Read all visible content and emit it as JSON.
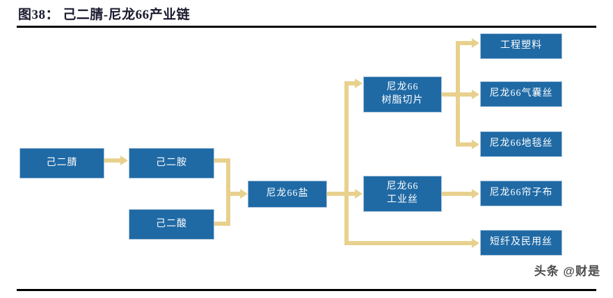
{
  "figure": {
    "title": "图38： 己二腈-尼龙66产业链",
    "watermark": "头条 @财是",
    "colors": {
      "node_fill": "#1f6aa5",
      "node_border": "#a9c4dc",
      "node_text": "#ffffff",
      "connector": "#e8d18e",
      "rule": "#000000",
      "title_text": "#1a1a2e"
    }
  },
  "nodes": {
    "adiponitrile": {
      "label": "己二腈"
    },
    "hexanediamine": {
      "label": "己二胺"
    },
    "adipic_acid": {
      "label": "己二酸"
    },
    "nylon66_salt": {
      "label": "尼龙66盐"
    },
    "nylon66_resin_chips": {
      "line1": "尼龙66",
      "line2": "树脂切片"
    },
    "nylon66_industrial_yarn": {
      "line1": "尼龙66",
      "line2": "工业丝"
    },
    "engineering_plastics": {
      "label": "工程塑料"
    },
    "nylon66_airbag_yarn": {
      "label": "尼龙66气囊丝"
    },
    "nylon66_carpet_yarn": {
      "label": "尼龙66地毯丝"
    },
    "nylon66_tire_cord_fabric": {
      "label": "尼龙66帘子布"
    },
    "staple_and_civil_yarn": {
      "label": "短纤及民用丝"
    }
  },
  "flows": [
    {
      "from": "己二腈",
      "to": "己二胺"
    },
    {
      "from": "己二胺",
      "to": "尼龙66盐"
    },
    {
      "from": "己二酸",
      "to": "尼龙66盐"
    },
    {
      "from": "尼龙66盐",
      "to": "尼龙66树脂切片"
    },
    {
      "from": "尼龙66盐",
      "to": "尼龙66工业丝"
    },
    {
      "from": "尼龙66盐",
      "to": "短纤及民用丝"
    },
    {
      "from": "尼龙66树脂切片",
      "to": "工程塑料"
    },
    {
      "from": "尼龙66树脂切片",
      "to": "尼龙66气囊丝"
    },
    {
      "from": "尼龙66树脂切片",
      "to": "尼龙66地毯丝"
    },
    {
      "from": "尼龙66工业丝",
      "to": "尼龙66帘子布"
    }
  ]
}
